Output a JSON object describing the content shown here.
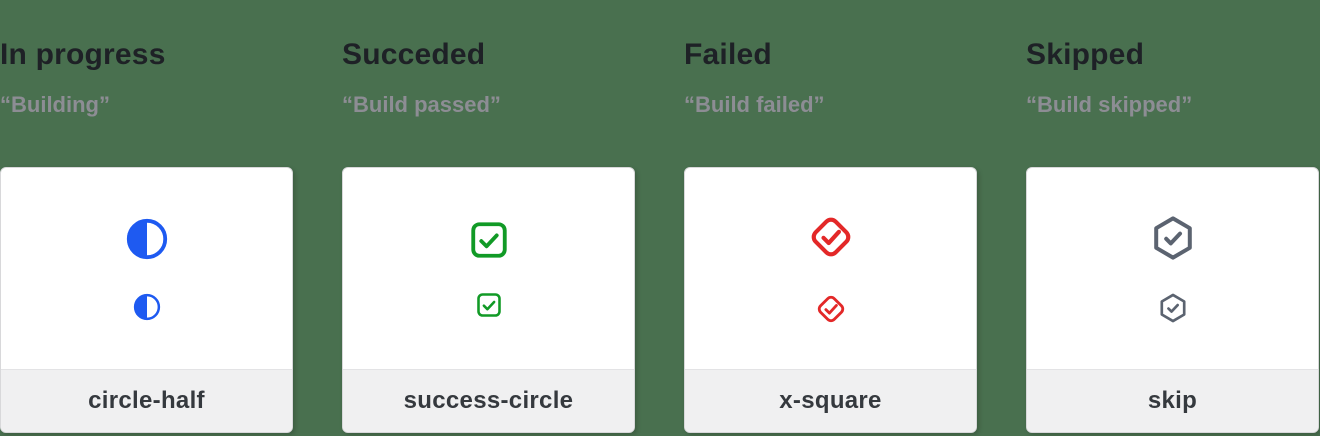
{
  "page": {
    "background": "#49704f"
  },
  "columns": [
    {
      "title": "In progress",
      "subtitle": "“Building”",
      "label": "circle-half",
      "icon": "circle-half-icon",
      "icon_color": "#1e5af1"
    },
    {
      "title": "Succeded",
      "subtitle": "“Build passed”",
      "label": "success-circle",
      "icon": "check-square-icon",
      "icon_color": "#119a26"
    },
    {
      "title": "Failed",
      "subtitle": "“Build failed”",
      "label": "x-square",
      "icon": "check-diamond-icon",
      "icon_color": "#e32828"
    },
    {
      "title": "Skipped",
      "subtitle": "“Build skipped”",
      "label": "skip",
      "icon": "check-hexagon-icon",
      "icon_color": "#5b6370"
    }
  ]
}
